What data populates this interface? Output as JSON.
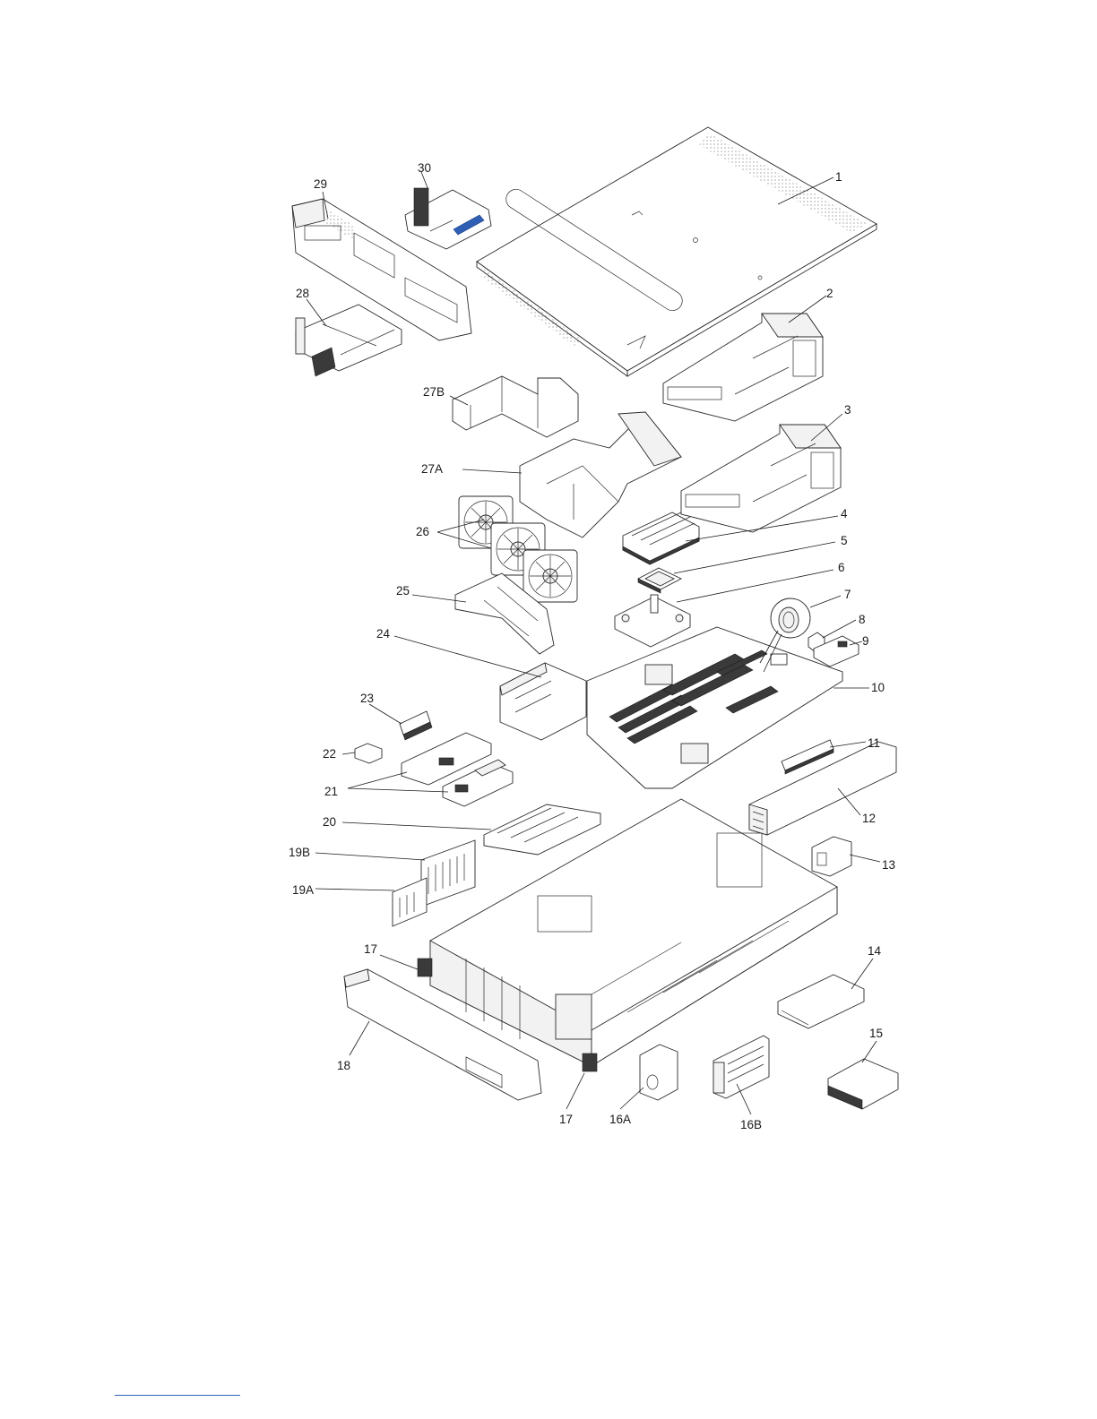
{
  "callouts": [
    {
      "id": "c1",
      "label": "1"
    },
    {
      "id": "c2",
      "label": "2"
    },
    {
      "id": "c3",
      "label": "3"
    },
    {
      "id": "c4",
      "label": "4"
    },
    {
      "id": "c5",
      "label": "5"
    },
    {
      "id": "c6",
      "label": "6"
    },
    {
      "id": "c7",
      "label": "7"
    },
    {
      "id": "c8",
      "label": "8"
    },
    {
      "id": "c9",
      "label": "9"
    },
    {
      "id": "c10",
      "label": "10"
    },
    {
      "id": "c11",
      "label": "11"
    },
    {
      "id": "c12",
      "label": "12"
    },
    {
      "id": "c13",
      "label": "13"
    },
    {
      "id": "c14",
      "label": "14"
    },
    {
      "id": "c15",
      "label": "15"
    },
    {
      "id": "c16a",
      "label": "16A"
    },
    {
      "id": "c16b",
      "label": "16B"
    },
    {
      "id": "c17a",
      "label": "17"
    },
    {
      "id": "c17b",
      "label": "17"
    },
    {
      "id": "c18",
      "label": "18"
    },
    {
      "id": "c19a",
      "label": "19A"
    },
    {
      "id": "c19b",
      "label": "19B"
    },
    {
      "id": "c20",
      "label": "20"
    },
    {
      "id": "c21",
      "label": "21"
    },
    {
      "id": "c22",
      "label": "22"
    },
    {
      "id": "c23",
      "label": "23"
    },
    {
      "id": "c24",
      "label": "24"
    },
    {
      "id": "c25",
      "label": "25"
    },
    {
      "id": "c26",
      "label": "26"
    },
    {
      "id": "c27a",
      "label": "27A"
    },
    {
      "id": "c27b",
      "label": "27B"
    },
    {
      "id": "c28",
      "label": "28"
    },
    {
      "id": "c29",
      "label": "29"
    },
    {
      "id": "c30",
      "label": "30"
    }
  ],
  "colors": {
    "line": "#1a1a1a",
    "accent": "#2f5fb5"
  }
}
